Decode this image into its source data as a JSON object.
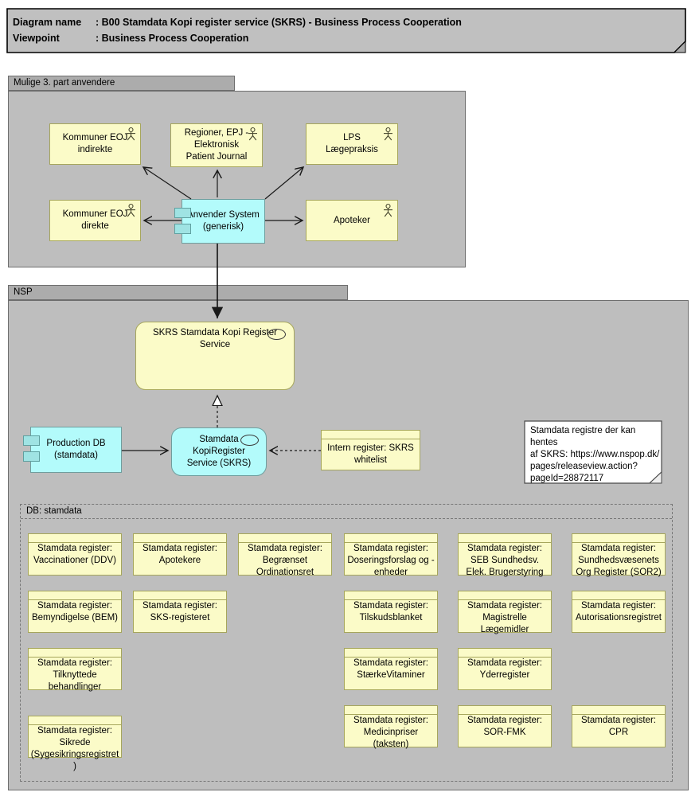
{
  "title": {
    "rows": [
      {
        "label": "Diagram name",
        "value": ": B00 Stamdata Kopi register service (SKRS) - Business Process Cooperation"
      },
      {
        "label": "Viewpoint",
        "value": ": Business Process Cooperation"
      }
    ]
  },
  "groups": {
    "third_party": "Mulige 3. part anvendere",
    "nsp": "NSP",
    "db": "DB: stamdata"
  },
  "nodes": {
    "kommuner_indirekte": "Kommuner EOJ\nindirekte",
    "regioner_epj": "Regioner, EPJ -\nElektronisk\nPatient Journal",
    "lps": "LPS\nLægepraksis",
    "kommuner_direkte": "Kommuner EOJ\ndirekte",
    "apoteker": "Apoteker",
    "anvender_system": "Anvender System\n(generisk)",
    "skrs_service": "SKRS Stamdata Kopi Register\nService",
    "production_db": "Production DB\n(stamdata)",
    "kopiregister": "Stamdata\nKopiRegister\nService (SKRS)",
    "intern_register": "Intern register: SKRS\nwhitelist"
  },
  "note": {
    "text": "Stamdata registre der kan hentes\naf SKRS: https://www.nspop.dk/\npages/releaseview.action?\npageId=28872117"
  },
  "registers": {
    "prefix": "Stamdata register:",
    "items": [
      "Vaccinationer (DDV)",
      "Apotekere",
      "Begrænset Ordinationsret",
      "Doseringsforslag og -enheder",
      "SEB Sundhedsv. Elek. Brugerstyring",
      "Sundhedsvæsenets Org Register (SOR2)",
      "Bemyndigelse (BEM)",
      "SKS-registeret",
      "Tilskudsblanket",
      "Magistrelle Lægemidler",
      "Autorisationsregistret",
      "Tilknyttede behandlinger",
      "StærkeVitaminer",
      "Yderregister",
      "Sikrede (Sygesikringsregistret)",
      "Medicinpriser (taksten)",
      "SOR-FMK",
      "CPR"
    ]
  },
  "colors": {
    "business_fill": "#fbfbc8",
    "business_border": "#a6a65c",
    "application_fill": "#b3fbfb",
    "group_fill": "#bebebe",
    "group_tab": "#acacac",
    "title_fill": "#c0c0c0"
  }
}
